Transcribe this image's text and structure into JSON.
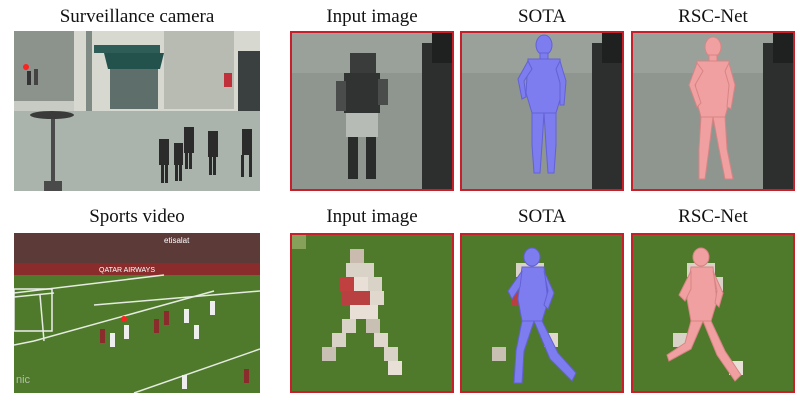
{
  "rows": [
    {
      "source_label": "Surveillance camera",
      "columns": [
        "Input image",
        "SOTA",
        "RSC-Net"
      ]
    },
    {
      "source_label": "Sports video",
      "columns": [
        "Input image",
        "SOTA",
        "RSC-Net"
      ],
      "scene_text": [
        "etisalat",
        "QATAR AIRWAYS",
        "nic"
      ]
    }
  ],
  "colors": {
    "frame": "#c8202a",
    "sota_mesh": "#7d7df0",
    "rscnet_mesh": "#f0a0a0",
    "target_marker": "#ff2020"
  }
}
